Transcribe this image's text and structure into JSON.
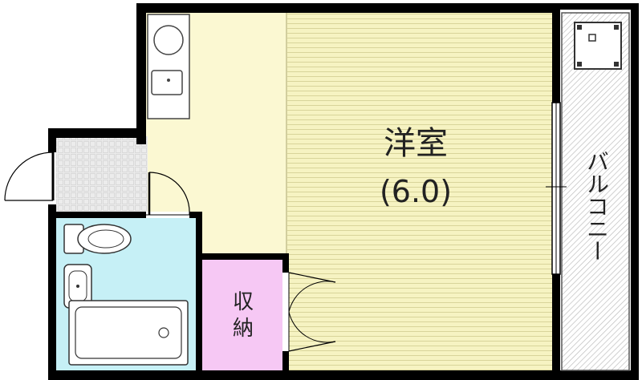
{
  "rooms": {
    "western_room": {
      "name": "洋室",
      "size": "(6.0)"
    },
    "storage": {
      "line1": "収",
      "line2": "納"
    },
    "balcony": {
      "label": "バルコニー"
    }
  },
  "colors": {
    "wall": "#000000",
    "western_room_floor": "#f6f3c2",
    "floor_lines": "#d8d49a",
    "kitchen_floor": "#fbf8d2",
    "bathroom_floor": "#c6f0f6",
    "storage_floor": "#f6c8f4",
    "entrance_tile": "#e8e8e8",
    "balcony_hatch": "#b9b9b9"
  }
}
